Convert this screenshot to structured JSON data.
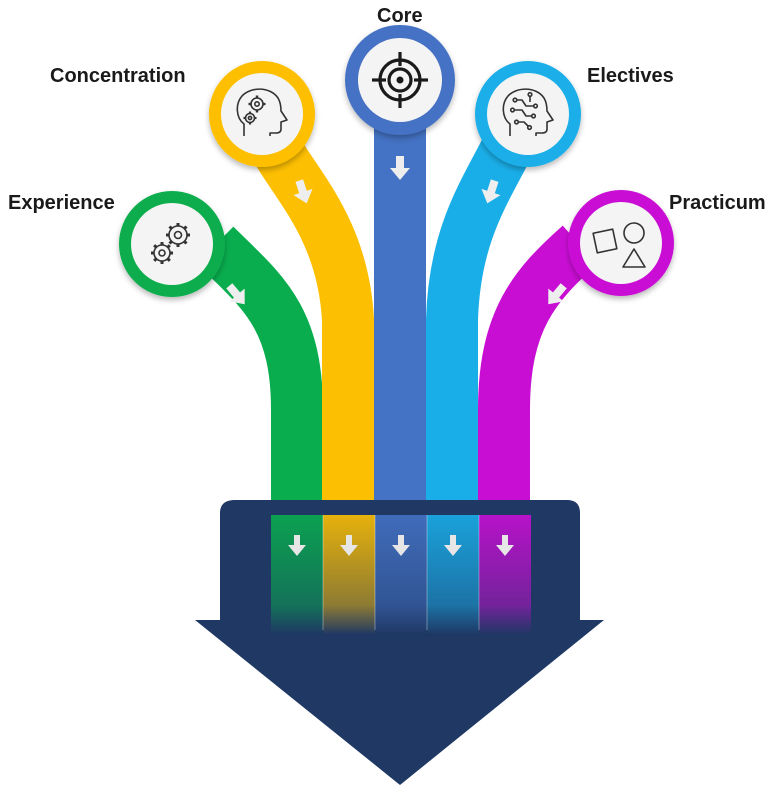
{
  "diagram": {
    "streams": [
      {
        "key": "experience",
        "label": "Experience",
        "color": "#09ad4e",
        "icon": "gears-icon"
      },
      {
        "key": "concentration",
        "label": "Concentration",
        "color": "#fdbf02",
        "icon": "head-gears-icon"
      },
      {
        "key": "core",
        "label": "Core",
        "color": "#4472c4",
        "icon": "target-icon"
      },
      {
        "key": "electives",
        "label": "Electives",
        "color": "#1aaee8",
        "icon": "head-circuit-icon"
      },
      {
        "key": "practicum",
        "label": "Practicum",
        "color": "#c90ed4",
        "icon": "shapes-icon"
      }
    ],
    "funnel_color": "#1f3864"
  }
}
